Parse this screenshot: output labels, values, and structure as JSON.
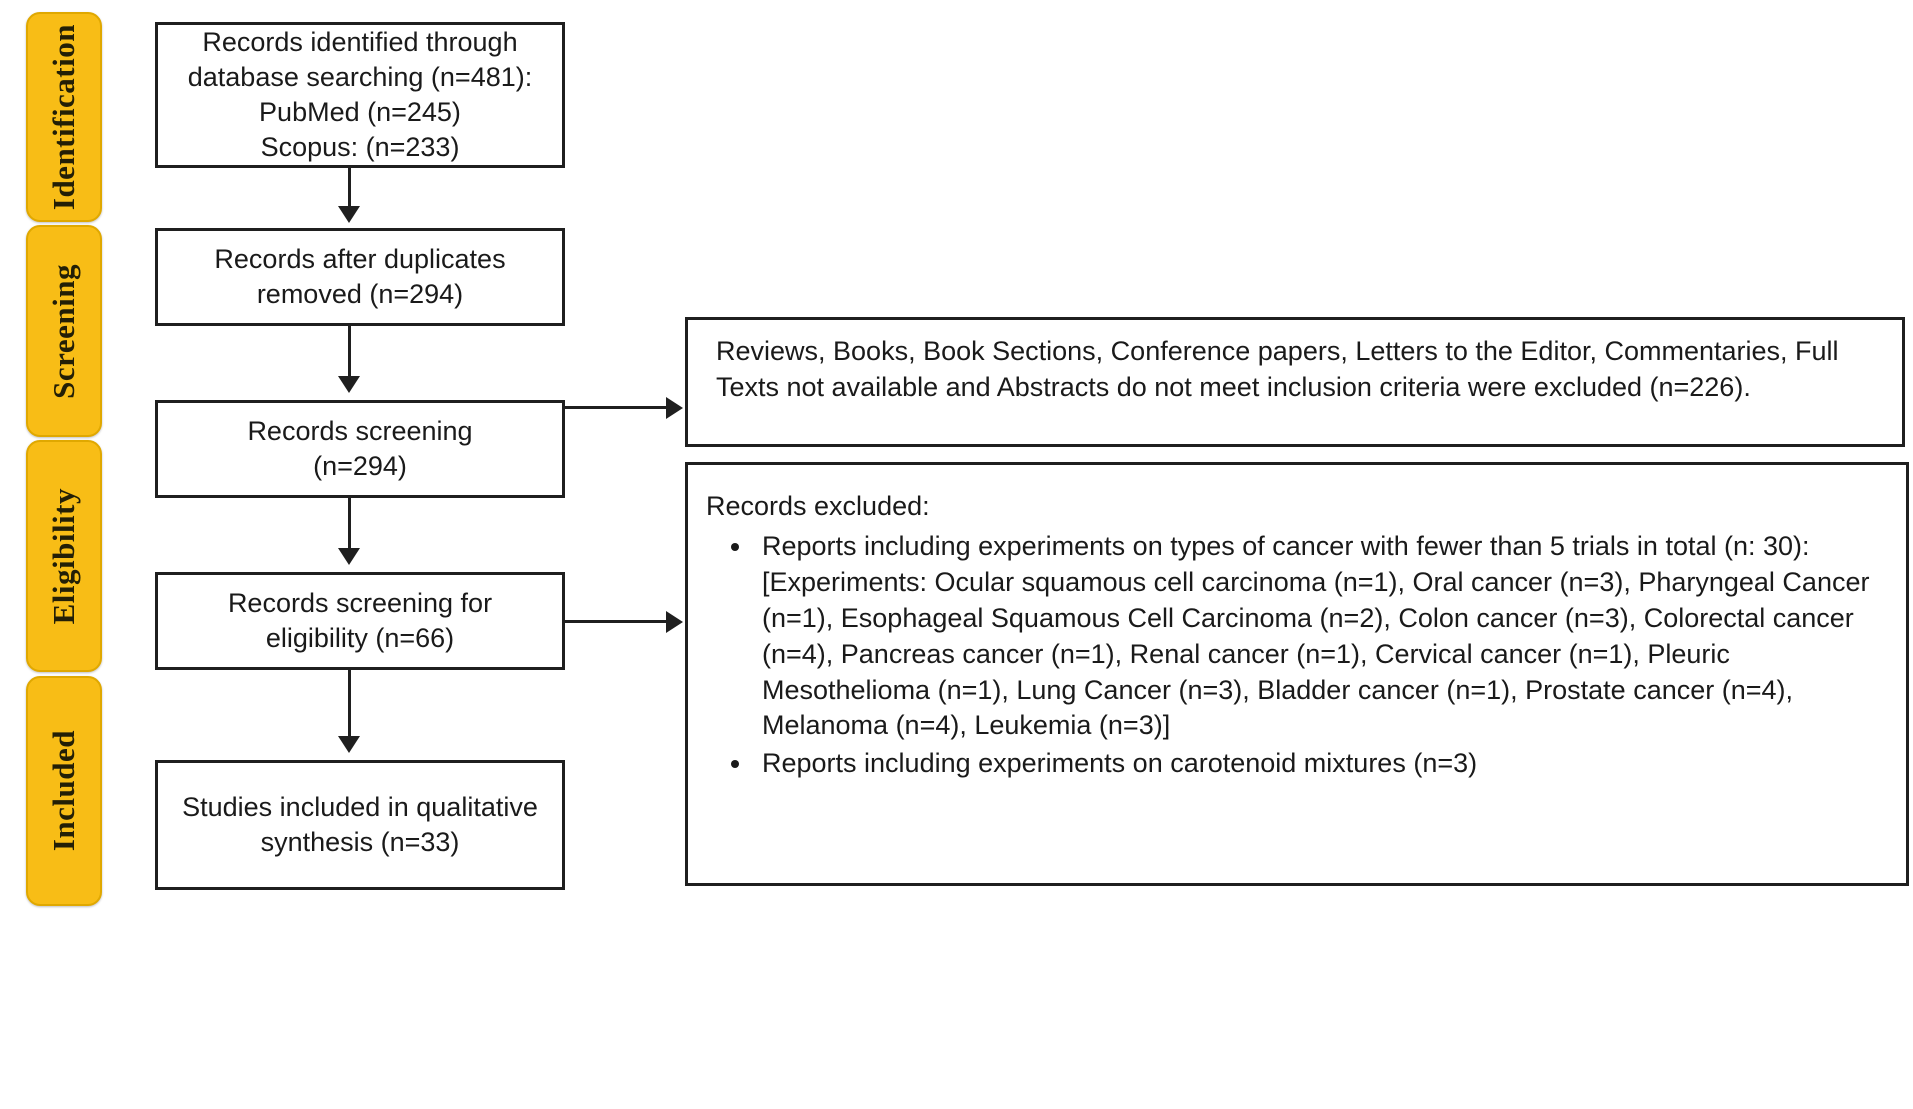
{
  "figure": {
    "type": "prisma-flow-diagram",
    "accent_color": "#F8BD16",
    "line_color": "#1f1f1f",
    "background": "#ffffff"
  },
  "stages": [
    {
      "label": "Identification"
    },
    {
      "label": "Screening"
    },
    {
      "label": "Eligibility"
    },
    {
      "label": "Included"
    }
  ],
  "boxes": {
    "identified": "Records identified through\ndatabase searching (n=481):\nPubMed (n=245)\nScopus: (n=233)",
    "duplicates": "Records after duplicates\nremoved (n=294)",
    "screening": "Records screening\n(n=294)",
    "eligibility": "Records screening for\neligibility (n=66)",
    "included": "Studies included in qualitative\nsynthesis (n=33)",
    "excluded_top": "Reviews, Books, Book Sections, Conference papers, Letters to the Editor, Commentaries, Full Texts not available and Abstracts do not meet inclusion criteria were excluded (n=226).",
    "excluded_main_lead": "Records excluded:",
    "excluded_main_bullets": [
      "Reports including experiments on types of cancer with fewer than 5 trials in total (n: 30): [Experiments: Ocular squamous cell carcinoma (n=1), Oral cancer (n=3), Pharyngeal Cancer (n=1), Esophageal Squamous Cell Carcinoma (n=2), Colon cancer (n=3), Colorectal cancer (n=4), Pancreas cancer (n=1), Renal cancer (n=1), Cervical cancer (n=1), Pleuric Mesothelioma (n=1), Lung Cancer (n=3), Bladder cancer (n=1), Prostate cancer (n=4), Melanoma (n=4), Leukemia (n=3)]",
      "Reports including experiments on carotenoid mixtures (n=3)"
    ]
  },
  "counts": {
    "identified_total": 481,
    "pubmed": 245,
    "scopus": 233,
    "after_duplicates": 294,
    "screened": 294,
    "eligibility_assessed": 66,
    "excluded_screening": 226,
    "excluded_few_trials": 30,
    "excluded_mixtures": 3,
    "included_qualitative": 33
  }
}
